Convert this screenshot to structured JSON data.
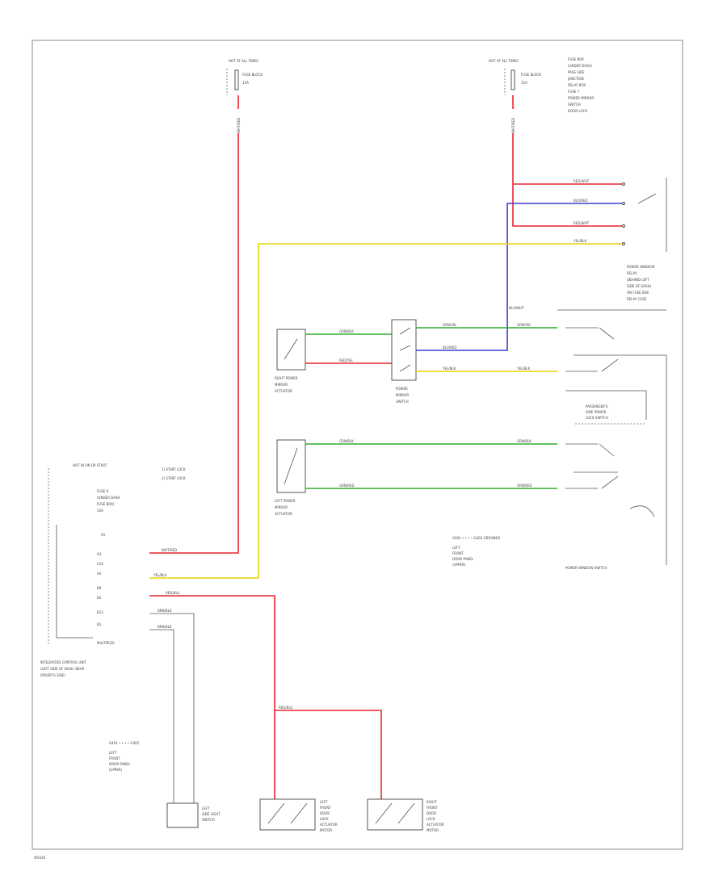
{
  "labels": {
    "fuse_left_header": "HOT AT ALL TIMES",
    "fuse_left_name": "FUSE BLOCK",
    "fuse_left_fuse": "15A",
    "fuse_right_header": "HOT AT ALL TIMES",
    "fuse_right_name": "FUSE BLOCK",
    "fuse_right_fuse": "15A",
    "right_notes": [
      "FUSE BOX",
      "(UNDER DASH)",
      "PASS SIDE",
      "JUNCTION",
      "RELAY BOX",
      "FUSE 7",
      "POWER MIRROR",
      "SWITCH",
      "DOOR LOCK"
    ],
    "door_lock_actuator_label": [
      "POWER WINDOW",
      "RELAY",
      "(BEHIND LEFT",
      "SIDE OF DASH)",
      "ON FUSE BOX",
      "RELAY CASE"
    ],
    "right_mirror_switch": [
      "RIGHT POWER",
      "MIRROR",
      "ACTUATOR"
    ],
    "mirror_control_switch": [
      "POWER",
      "MIRROR",
      "SWITCH"
    ],
    "left_mirror_switch": [
      "LEFT POWER",
      "MIRROR",
      "ACTUATOR"
    ],
    "power_window_switch_label": "POWER WINDOW SWITCH",
    "right_ground_header": [
      "PASSENGER'S",
      "SIDE POWER",
      "LOCK SWITCH"
    ],
    "ign_header": "HOT IN ON OR START",
    "ign_options": [
      "1) START LOCK",
      "2) START LOCK"
    ],
    "ign_fuse": [
      "FUSE 6",
      "(UNDER DASH",
      "FUSE BOX)",
      "10A"
    ],
    "ground_mid": "G401 • • • • G402 GROUNDS",
    "ground_mid_sub": [
      "LEFT",
      "FRONT",
      "DOOR PANEL",
      "(UPPER)"
    ],
    "multiplex_unit": [
      "MULTIPLEX",
      "INTEGRATED CONTROL UNIT"
    ],
    "multiplex_sub": [
      "(LEFT SIDE OF DASH, NEAR",
      "DRIVER'S SIDE)"
    ],
    "ground_bottom_left": "G401 • • • • G402",
    "ground_bl_sub": [
      "LEFT",
      "FRONT",
      "DOOR PANEL",
      "(UPPER)"
    ],
    "lamp_label": [
      "LEFT",
      "SIDE LIGHT",
      "SWITCH"
    ],
    "left_lock_actuator": [
      "LEFT",
      "FRONT",
      "DOOR",
      "LOCK",
      "ACTUATOR",
      "MOTOR"
    ],
    "right_lock_actuator": [
      "RIGHT",
      "FRONT",
      "DOOR",
      "LOCK",
      "ACTUATOR",
      "MOTOR"
    ],
    "footer_id": "W5430"
  },
  "wires": {
    "w_left_fuse_red": "WHT/RED",
    "w_right_fuse_red": "WHT/RED",
    "w_red_top_a": "RED/WHT",
    "w_blu_top": "BLU/RED",
    "w_red_top_b": "RED/WHT",
    "w_yel_top": "YEL/BLK",
    "w_grn_a": "GRN/BLK",
    "w_grn_b": "GRN/YEL",
    "w_grn_c": "GRN/YEL",
    "w_red_b": "RED/YEL",
    "w_blu_b": "BLU/RED",
    "w_blu_c": "BLU/RED",
    "w_yel_b": "YEL/BLK",
    "w_yel_c": "YEL/BLK",
    "w_blu_mid": "BLU/WHT",
    "w_grn_d": "GRN/BLK",
    "w_grn_e": "GRN/BLK",
    "w_grn_f": "GRN/RED",
    "w_grn_g": "GRN/RED",
    "w_red_ign": "WHT/RED",
    "w_yel_ign": "YEL/BLK",
    "w_red_ign2": "RED/BLU",
    "w_grn_ign": "BRN/BLK",
    "w_grn_ign2": "BRN/BLK",
    "w_red_bottom": "RED/BLU"
  },
  "pins": {
    "p_a": "A5",
    "p_b": "A3",
    "p_c": "A14",
    "p_d": "A4",
    "p_e": "B9",
    "p_f": "B2",
    "p_g": "B13",
    "p_h": "B1"
  },
  "colors": {
    "red": "#e8252f",
    "blue": "#3b3bd9",
    "green": "#2fae2f",
    "yellow": "#e6d400",
    "black": "#444444"
  }
}
